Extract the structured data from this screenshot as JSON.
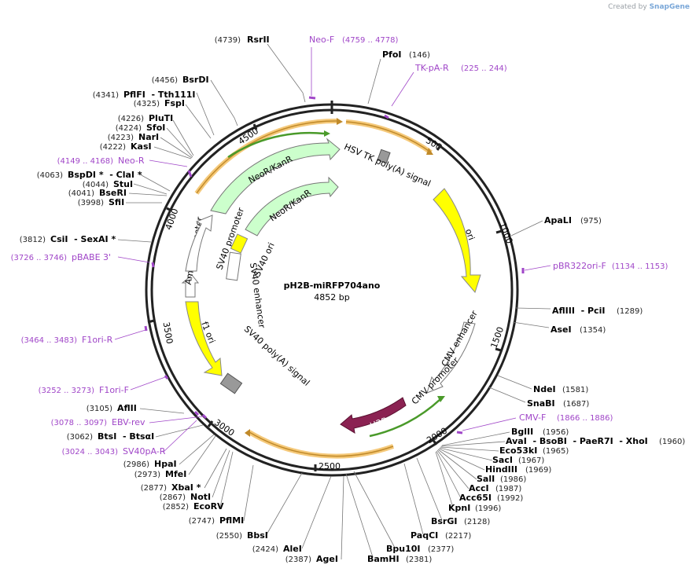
{
  "credit": {
    "prefix": "Created by",
    "brand": "SnapGene"
  },
  "plasmid": {
    "name": "pH2B-miRFP704ano",
    "length": "4852 bp"
  },
  "ticks": [
    "500",
    "1000",
    "1500",
    "2000",
    "2500",
    "3000",
    "3500",
    "4000",
    "4500"
  ],
  "features": [
    {
      "name": "HSV TK poly(A) signal"
    },
    {
      "name": "ori"
    },
    {
      "name": "CMV enhancer"
    },
    {
      "name": "CMV promoter"
    },
    {
      "name": "H2B"
    },
    {
      "name": "SV40 poly(A) signal"
    },
    {
      "name": "f1 ori"
    },
    {
      "name": "AmpR promoter"
    },
    {
      "name": "SV40 promoter"
    },
    {
      "name": "SV40 enhancer"
    },
    {
      "name": "SV40 ori"
    },
    {
      "name": "NeoR/KanR"
    },
    {
      "name": "NeoR/KanR"
    }
  ],
  "sites": [
    {
      "name": "RsrII",
      "pos": "(4739)"
    },
    {
      "name": "PfoI",
      "pos": "(146)"
    },
    {
      "name": "BsrDI",
      "pos": "(4456)"
    },
    {
      "name": "PflFI  - Tth111I",
      "pos": "(4341)"
    },
    {
      "name": "FspI",
      "pos": "(4325)"
    },
    {
      "name": "PluTI",
      "pos": "(4226)"
    },
    {
      "name": "SfoI",
      "pos": "(4224)"
    },
    {
      "name": "NarI",
      "pos": "(4223)"
    },
    {
      "name": "KasI",
      "pos": "(4222)"
    },
    {
      "name": "BspDI *  - ClaI *",
      "pos": "(4063)"
    },
    {
      "name": "StuI",
      "pos": "(4044)"
    },
    {
      "name": "BseRI",
      "pos": "(4041)"
    },
    {
      "name": "SfiI",
      "pos": "(3998)"
    },
    {
      "name": "CsiI  - SexAI *",
      "pos": "(3812)"
    },
    {
      "name": "ApaLI",
      "pos": "(975)"
    },
    {
      "name": "AflIII  - PciI",
      "pos": "(1289)"
    },
    {
      "name": "AseI",
      "pos": "(1354)"
    },
    {
      "name": "NdeI",
      "pos": "(1581)"
    },
    {
      "name": "SnaBI",
      "pos": "(1687)"
    },
    {
      "name": "BglII",
      "pos": "(1956)"
    },
    {
      "name": "AvaI  - BsoBI  - PaeR7I  - XhoI",
      "pos": "(1960)"
    },
    {
      "name": "Eco53kI",
      "pos": "(1965)"
    },
    {
      "name": "SacI",
      "pos": "(1967)"
    },
    {
      "name": "HindIII",
      "pos": "(1969)"
    },
    {
      "name": "SalI",
      "pos": "(1986)"
    },
    {
      "name": "AccI",
      "pos": "(1987)"
    },
    {
      "name": "Acc65I",
      "pos": "(1992)"
    },
    {
      "name": "KpnI",
      "pos": "(1996)"
    },
    {
      "name": "BsrGI",
      "pos": "(2128)"
    },
    {
      "name": "PaqCI",
      "pos": "(2217)"
    },
    {
      "name": "Bpu10I",
      "pos": "(2377)"
    },
    {
      "name": "BamHI",
      "pos": "(2381)"
    },
    {
      "name": "AgeI",
      "pos": "(2387)"
    },
    {
      "name": "AleI",
      "pos": "(2424)"
    },
    {
      "name": "BbsI",
      "pos": "(2550)"
    },
    {
      "name": "PflMI",
      "pos": "(2747)"
    },
    {
      "name": "EcoRV",
      "pos": "(2852)"
    },
    {
      "name": "NotI",
      "pos": "(2867)"
    },
    {
      "name": "XbaI *",
      "pos": "(2877)"
    },
    {
      "name": "MfeI",
      "pos": "(2973)"
    },
    {
      "name": "HpaI",
      "pos": "(2986)"
    },
    {
      "name": "BtsI  - BtsαI",
      "pos": "(3062)"
    },
    {
      "name": "AflII",
      "pos": "(3105)"
    }
  ],
  "primers": [
    {
      "name": "Neo-F",
      "range": "(4759 .. 4778)"
    },
    {
      "name": "TK-pA-R",
      "range": "(225 .. 244)"
    },
    {
      "name": "Neo-R",
      "range": "(4149 .. 4168)"
    },
    {
      "name": "pBABE 3'",
      "range": "(3726 .. 3746)"
    },
    {
      "name": "pBR322ori-F",
      "range": "(1134 .. 1153)"
    },
    {
      "name": "F1ori-R",
      "range": "(3464 .. 3483)"
    },
    {
      "name": "F1ori-F",
      "range": "(3252 .. 3273)"
    },
    {
      "name": "CMV-F",
      "range": "(1866 .. 1886)"
    },
    {
      "name": "EBV-rev",
      "range": "(3078 .. 3097)"
    },
    {
      "name": "SV40pA-R",
      "range": "(3024 .. 3043)"
    }
  ],
  "colors": {
    "backbone": "#222222",
    "primer": "#a046c8",
    "ori": "#ffff00",
    "neo": "#ccffcc",
    "h2b": "#8b2252",
    "polyA": "#999999",
    "promoter": "#ffffff",
    "orf_highlight": "#f5c97a"
  }
}
